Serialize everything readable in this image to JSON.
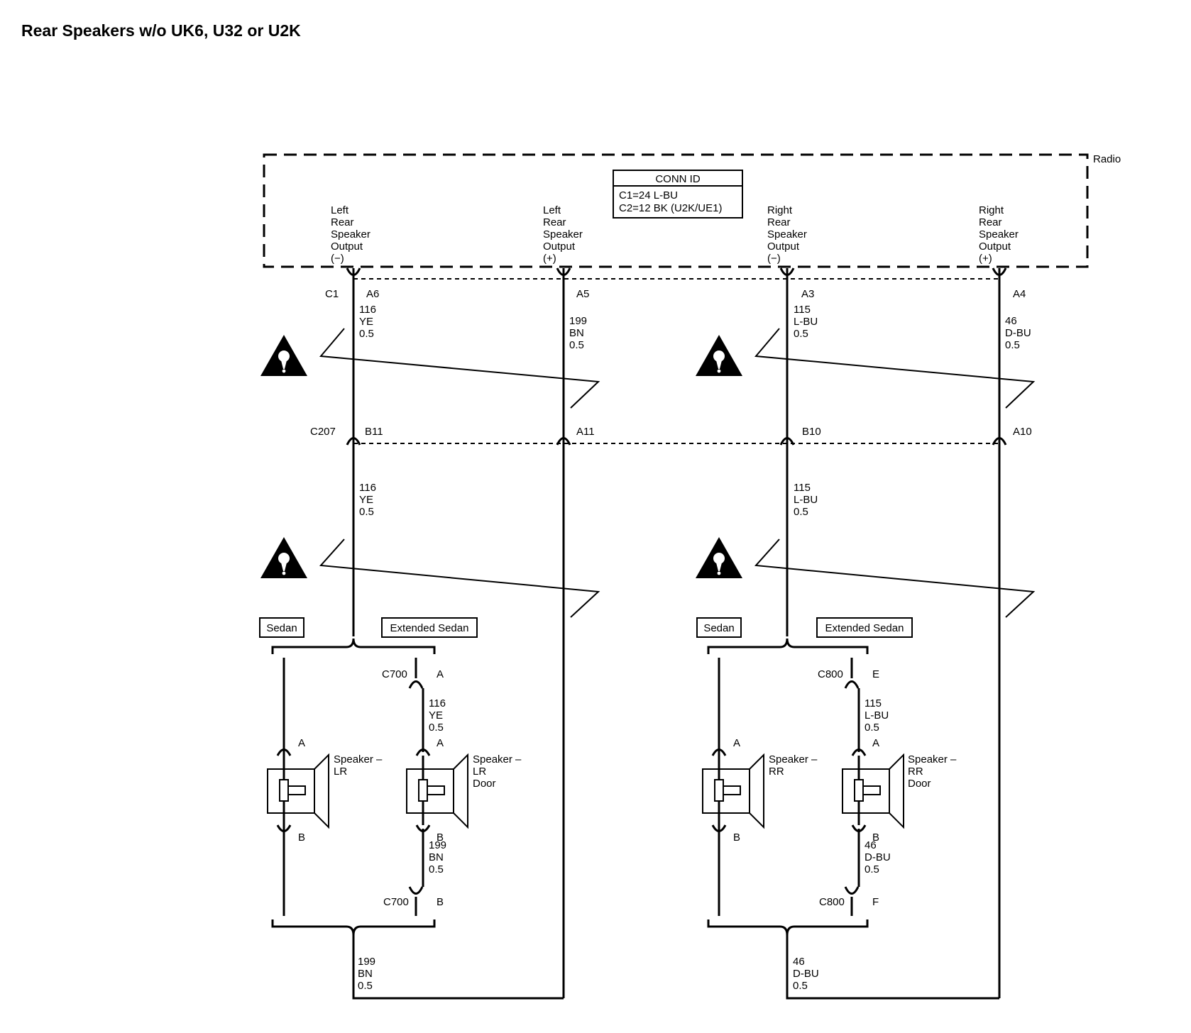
{
  "title": "Rear Speakers w/o UK6, U32 or U2K",
  "radio": {
    "label": "Radio",
    "conn_id": {
      "header": "CONN ID",
      "line1": "C1=24 L-BU",
      "line2": "C2=12 BK (U2K/UE1)"
    },
    "outputs": [
      {
        "lines": [
          "Left",
          "Rear",
          "Speaker",
          "Output",
          "(−)"
        ]
      },
      {
        "lines": [
          "Left",
          "Rear",
          "Speaker",
          "Output",
          "(+)"
        ]
      },
      {
        "lines": [
          "Right",
          "Rear",
          "Speaker",
          "Output",
          "(−)"
        ]
      },
      {
        "lines": [
          "Right",
          "Rear",
          "Speaker",
          "Output",
          "(+)"
        ]
      }
    ]
  },
  "connectors": {
    "c1": {
      "name": "C1",
      "pins": [
        "A6",
        "A5",
        "A3",
        "A4"
      ]
    },
    "c207": {
      "name": "C207",
      "pins": [
        "B11",
        "A11",
        "B10",
        "A10"
      ]
    },
    "c700": {
      "name": "C700",
      "pin_top": "A",
      "pin_bottom": "B"
    },
    "c800": {
      "name": "C800",
      "pin_top": "E",
      "pin_bottom": "F"
    }
  },
  "wires": {
    "w116": {
      "circuit": "116",
      "color": "YE",
      "size": "0.5"
    },
    "w199": {
      "circuit": "199",
      "color": "BN",
      "size": "0.5"
    },
    "w115": {
      "circuit": "115",
      "color": "L-BU",
      "size": "0.5"
    },
    "w46": {
      "circuit": "46",
      "color": "D-BU",
      "size": "0.5"
    }
  },
  "options": {
    "sedan": "Sedan",
    "extended_sedan": "Extended Sedan"
  },
  "speakers": {
    "lr": {
      "lines": [
        "Speaker –",
        "LR"
      ],
      "pin_a": "A",
      "pin_b": "B"
    },
    "lr_door": {
      "lines": [
        "Speaker –",
        "LR",
        "Door"
      ],
      "pin_a": "A",
      "pin_b": "B"
    },
    "rr": {
      "lines": [
        "Speaker –",
        "RR"
      ],
      "pin_a": "A",
      "pin_b": "B"
    },
    "rr_door": {
      "lines": [
        "Speaker –",
        "RR",
        "Door"
      ],
      "pin_a": "A",
      "pin_b": "B"
    }
  }
}
